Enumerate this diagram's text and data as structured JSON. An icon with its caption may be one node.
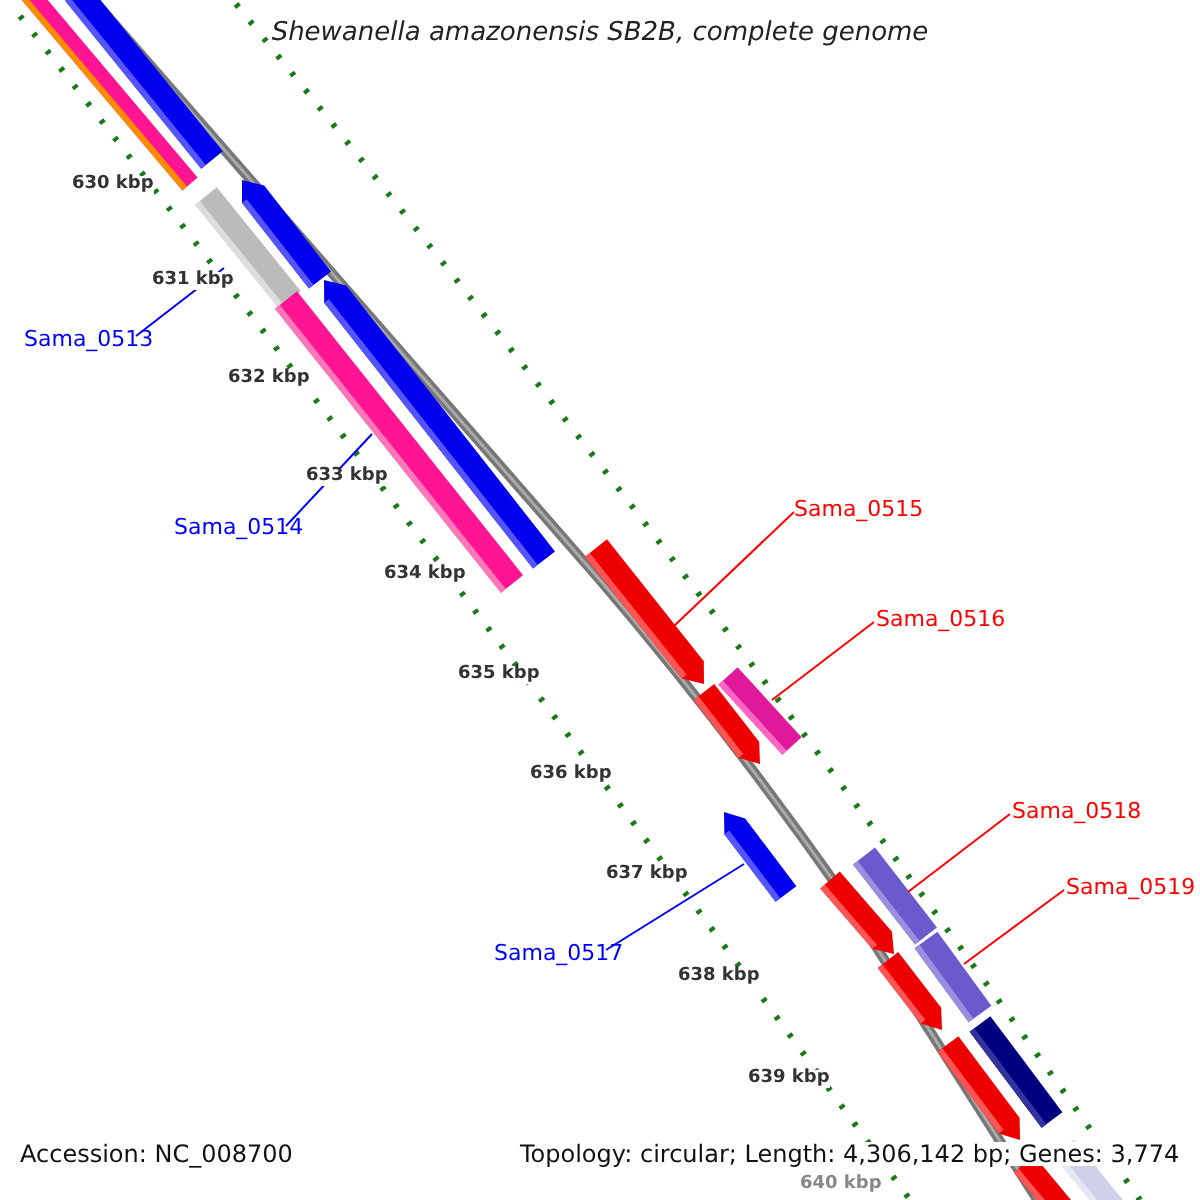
{
  "diagram": {
    "title": "Shewanella amazonensis SB2B, complete genome",
    "nodes": [
      {
        "text": [
          "Sama_0513"
        ]
      },
      {
        "text": [],
        "shape": "bar"
      },
      {
        "text": [
          "Sama_0514"
        ]
      },
      {
        "text": [],
        "shape": "bar"
      },
      {
        "text": [
          "Sama_0515"
        ]
      },
      {
        "text": [],
        "shape": "bar"
      },
      {
        "text": [
          "Sama_0516"
        ]
      },
      {
        "text": [],
        "shape": "bar"
      },
      {
        "text": [
          "Sama_0517"
        ]
      },
      {
        "text": [],
        "shape": "bar"
      },
      {
        "text": [
          "Sama_0518"
        ]
      },
      {
        "text": [],
        "shape": "bar"
      },
      {
        "text": [
          "Sama_0519"
        ]
      },
      {
        "text": [],
        "shape": "bar"
      }
    ],
    "edges": [
      {
        "from": 0,
        "to": 1,
        "arrow": "none",
        "color": "#0000ff"
      },
      {
        "from": 2,
        "to": 3,
        "arrow": "none",
        "color": "#0000ff"
      },
      {
        "from": 4,
        "to": 5,
        "arrow": "none"
      },
      {
        "from": 6,
        "to": 7,
        "arrow": "none"
      },
      {
        "from": 8,
        "to": 9,
        "arrow": "none",
        "color": "#0000ff"
      },
      {
        "from": 10,
        "to": 11,
        "arrow": "none"
      },
      {
        "from": 12,
        "to": 13,
        "arrow": "none"
      }
    ],
    "labels": [
      "630 kbp",
      "631 kbp",
      "632 kbp",
      "633 kbp",
      "634 kbp",
      "635 kbp",
      "636 kbp",
      "637 kbp",
      "638 kbp",
      "639 kbp",
      "640 kbp",
      "Accession: NC_008700",
      "Topology: circular; Length: 4,306,142 bp; Genes: 3,774"
    ]
  }
}
